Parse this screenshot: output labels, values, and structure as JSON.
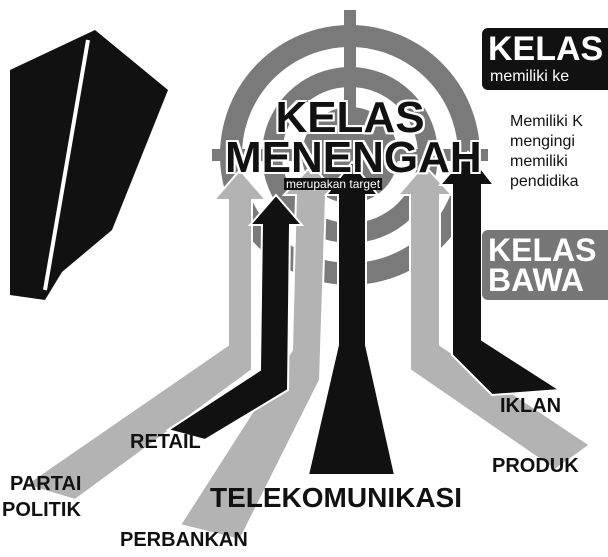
{
  "target": {
    "title_line1": "KELAS",
    "title_line2": "MENENGAH",
    "subtitle": "merupakan target"
  },
  "arrow_labels": {
    "partai_politik_line1": "PARTAI",
    "partai_politik_line2": "POLITIK",
    "retail": "RETAIL",
    "perbankan": "PERBANKAN",
    "telekomunikasi": "TELEKOMUNIKASI",
    "iklan": "IKLAN",
    "produk": "PRODUK"
  },
  "right_panel": {
    "header_title": "KELAS",
    "header_subtitle": "memiliki ke",
    "paragraph": [
      "Memiliki K",
      "mengingi",
      "memiliki",
      "pendidika"
    ],
    "lower_title_line1": "KELAS",
    "lower_title_line2": "BAWA"
  },
  "colors": {
    "dark": "#111111",
    "grey_arrow": "#b3b3b3",
    "target_grey": "#7a7a7a",
    "box_grey": "#777777"
  }
}
